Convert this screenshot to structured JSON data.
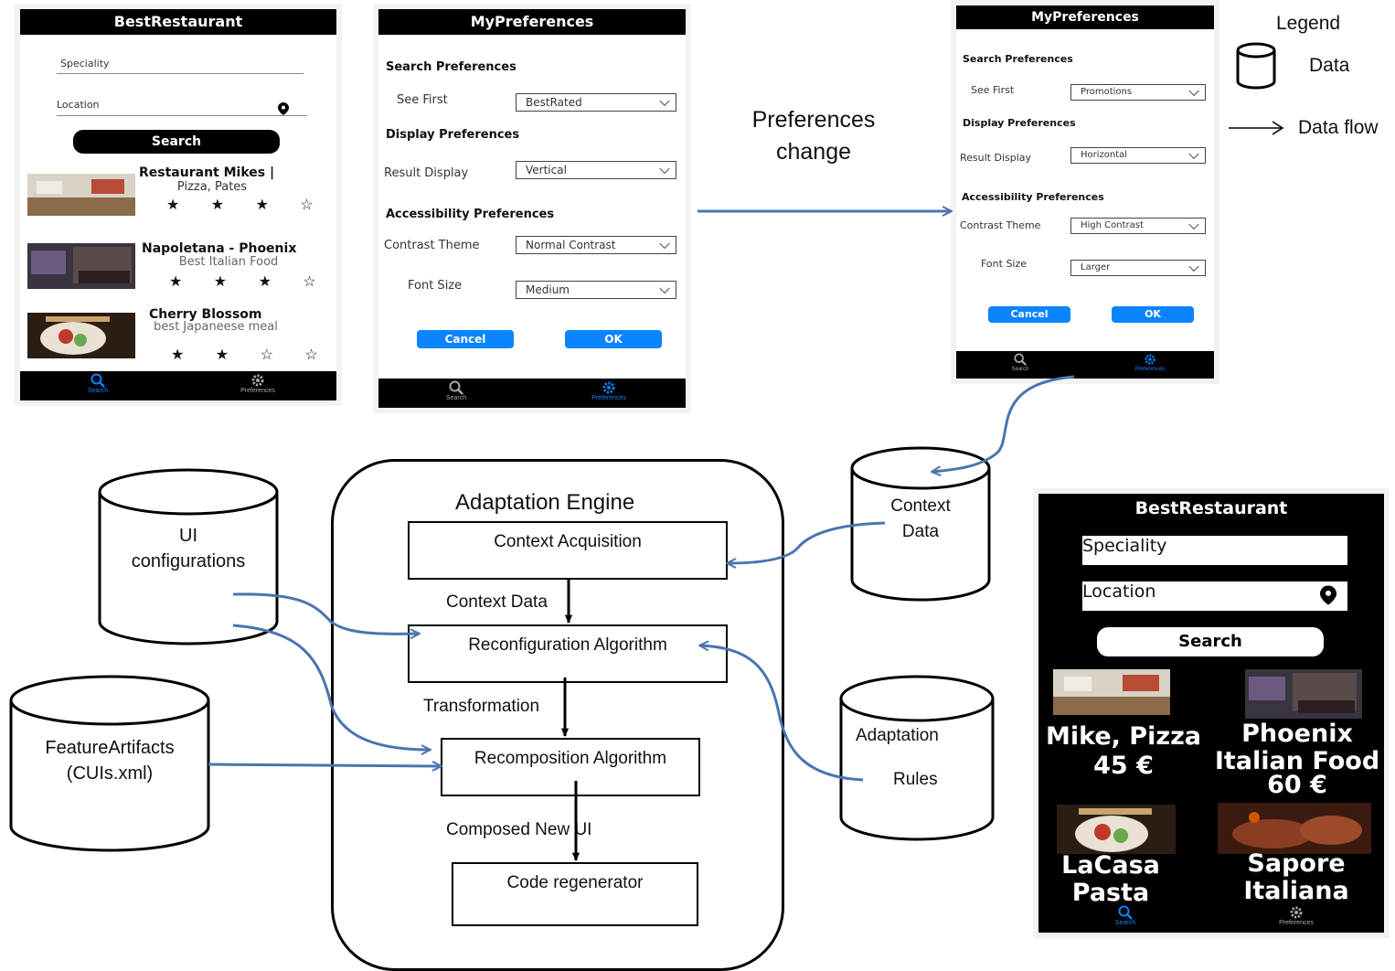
{
  "legend": {
    "title": "Legend",
    "data_label": "Data",
    "flow_label": "Data flow"
  },
  "preferences_change": {
    "line1": "Preferences",
    "line2": "change"
  },
  "screen1": {
    "title": "BestRestaurant",
    "speciality_placeholder": "Speciality",
    "location_placeholder": "Location",
    "search_button": "Search",
    "restaurants": [
      {
        "name": "Restaurant Mikes |",
        "sub": "Pizza, Pates",
        "stars": "★ ★ ★ ☆"
      },
      {
        "name": "Napoletana - Phoenix",
        "sub": "Best Italian Food",
        "stars": "★ ★ ★ ☆"
      },
      {
        "name": "Cherry Blossom",
        "sub": "best Japaneese meal",
        "stars": "★ ★ ☆ ☆"
      }
    ],
    "nav_search": "Search",
    "nav_preferences": "Preferences"
  },
  "screen2": {
    "title": "MyPreferences",
    "search_prefs": "Search Preferences",
    "see_first_label": "See First",
    "see_first_value": "BestRated",
    "display_prefs": "Display Preferences",
    "result_display_label": "Result Display",
    "result_display_value": "Vertical",
    "access_prefs": "Accessibility Preferences",
    "contrast_label": "Contrast Theme",
    "contrast_value": "Normal Contrast",
    "font_label": "Font Size",
    "font_value": "Medium",
    "cancel": "Cancel",
    "ok": "OK",
    "nav_search": "Search",
    "nav_preferences": "Preferences"
  },
  "screen3": {
    "title": "MyPreferences",
    "search_prefs": "Search Preferences",
    "see_first_label": "See First",
    "see_first_value": "Promotions",
    "display_prefs": "Display Preferences",
    "result_display_label": "Result Display",
    "result_display_value": "Horizontal",
    "access_prefs": "Accessibility Preferences",
    "contrast_label": "Contrast Theme",
    "contrast_value": "High Contrast",
    "font_label": "Font Size",
    "font_value": "Larger",
    "cancel": "Cancel",
    "ok": "OK",
    "nav_search": "Search",
    "nav_preferences": "Preferences"
  },
  "engine": {
    "title": "Adaptation Engine",
    "context_acquisition": "Context Acquisition",
    "context_data_edge": "Context Data",
    "reconfiguration": "Reconfiguration Algorithm",
    "transformation_edge": "Transformation",
    "recomposition": "Recomposition Algorithm",
    "composed_edge": "Composed New UI",
    "code_regen": "Code regenerator"
  },
  "datastores": {
    "ui_config": {
      "line1": "UI",
      "line2": "configurations"
    },
    "feature_artifacts": {
      "line1": "FeatureArtifacts",
      "line2": "(CUIs.xml)"
    },
    "context_data": {
      "line1": "Context",
      "line2": "Data"
    },
    "adaptation_rules": {
      "line1": "Adaptation",
      "line2": "Rules"
    }
  },
  "screen4": {
    "title": "BestRestaurant",
    "speciality_placeholder": "Speciality",
    "location_placeholder": "Location",
    "search_button": "Search",
    "items": [
      {
        "line1": "Mike, Pizza",
        "line2": "45 €"
      },
      {
        "line1": "Phoenix",
        "line2": "Italian Food",
        "line3": "60 €"
      },
      {
        "line1": "LaCasa",
        "line2": "Pasta"
      },
      {
        "line1": "Sapore",
        "line2": "Italiana"
      }
    ],
    "nav_search": "Search",
    "nav_preferences": "Preferences"
  },
  "colors": {
    "flow_arrow": "#4a74b0",
    "ok_button": "#0a84ff",
    "phone_bar": "#000000"
  }
}
